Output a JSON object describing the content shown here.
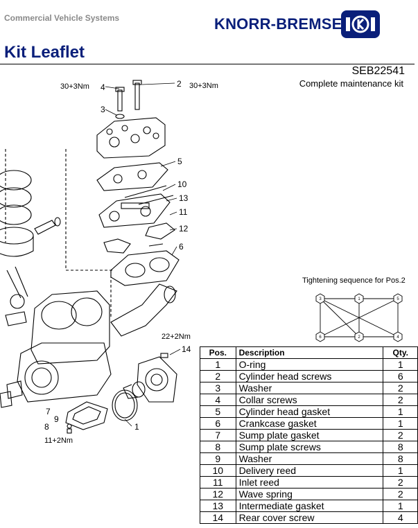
{
  "header": {
    "section": "Commercial Vehicle Systems",
    "brand": "KNORR-BREMSE",
    "colors": {
      "brand_blue": "#0a1f7a",
      "gray": "#8a8a8a"
    }
  },
  "title": "Kit Leaflet",
  "kit": {
    "code": "SEB22541",
    "description": "Complete maintenance kit"
  },
  "drawing": {
    "torques": {
      "collar_screws": "30+3Nm",
      "cylinder_head_screws": "30+3Nm",
      "rear_cover": "22+2Nm",
      "sump_screws": "11+2Nm"
    },
    "callouts": [
      "1",
      "2",
      "3",
      "4",
      "5",
      "6",
      "7",
      "8",
      "9",
      "10",
      "11",
      "12",
      "13",
      "14"
    ]
  },
  "tightening": {
    "label": "Tightening sequence for Pos.2",
    "bolts": [
      "3",
      "1",
      "5",
      "6",
      "2",
      "4"
    ]
  },
  "parts_table": {
    "headers": {
      "pos": "Pos.",
      "desc": "Description",
      "qty": "Qty."
    },
    "rows": [
      {
        "pos": "1",
        "desc": "O-ring",
        "qty": "1"
      },
      {
        "pos": "2",
        "desc": "Cylinder head screws",
        "qty": "6"
      },
      {
        "pos": "3",
        "desc": "Washer",
        "qty": "2"
      },
      {
        "pos": "4",
        "desc": "Collar screws",
        "qty": "2"
      },
      {
        "pos": "5",
        "desc": "Cylinder head gasket",
        "qty": "1"
      },
      {
        "pos": "6",
        "desc": "Crankcase gasket",
        "qty": "1"
      },
      {
        "pos": "7",
        "desc": "Sump plate gasket",
        "qty": "2"
      },
      {
        "pos": "8",
        "desc": "Sump plate screws",
        "qty": "8"
      },
      {
        "pos": "9",
        "desc": "Washer",
        "qty": "8"
      },
      {
        "pos": "10",
        "desc": "Delivery reed",
        "qty": "1"
      },
      {
        "pos": "11",
        "desc": "Inlet reed",
        "qty": "2"
      },
      {
        "pos": "12",
        "desc": "Wave spring",
        "qty": "2"
      },
      {
        "pos": "13",
        "desc": "Intermediate gasket",
        "qty": "1"
      },
      {
        "pos": "14",
        "desc": "Rear cover screw",
        "qty": "4"
      }
    ]
  }
}
